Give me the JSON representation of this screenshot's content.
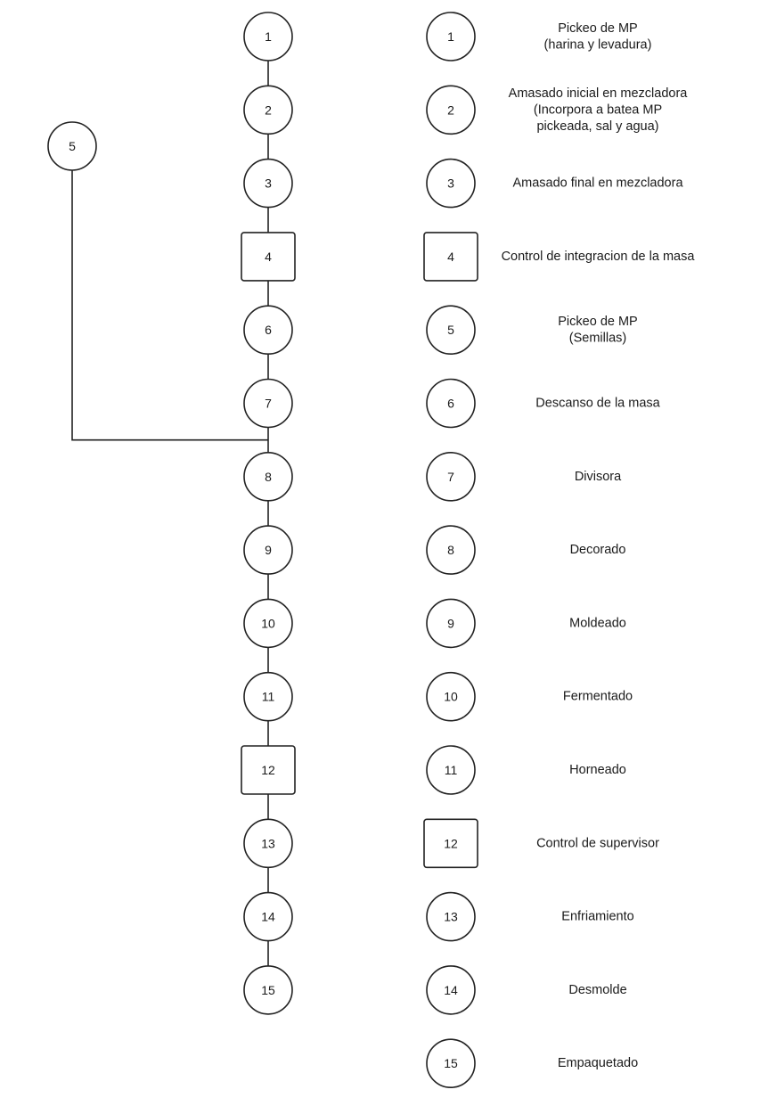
{
  "flow": {
    "main_nodes": [
      {
        "id": "1",
        "shape": "circle"
      },
      {
        "id": "2",
        "shape": "circle"
      },
      {
        "id": "3",
        "shape": "circle"
      },
      {
        "id": "4",
        "shape": "square"
      },
      {
        "id": "6",
        "shape": "circle"
      },
      {
        "id": "7",
        "shape": "circle"
      },
      {
        "id": "8",
        "shape": "circle"
      },
      {
        "id": "9",
        "shape": "circle"
      },
      {
        "id": "10",
        "shape": "circle"
      },
      {
        "id": "11",
        "shape": "circle"
      },
      {
        "id": "12",
        "shape": "square"
      },
      {
        "id": "13",
        "shape": "circle"
      },
      {
        "id": "14",
        "shape": "circle"
      },
      {
        "id": "15",
        "shape": "circle"
      }
    ],
    "side_node": {
      "id": "5",
      "shape": "circle",
      "joins_between": [
        "7",
        "8"
      ]
    }
  },
  "legend": [
    {
      "id": "1",
      "shape": "circle",
      "lines": [
        "Pickeo de MP",
        "(harina y levadura)"
      ]
    },
    {
      "id": "2",
      "shape": "circle",
      "lines": [
        "Amasado inicial en mezcladora",
        "(Incorpora a batea MP",
        "pickeada, sal y agua)"
      ]
    },
    {
      "id": "3",
      "shape": "circle",
      "lines": [
        "Amasado final en mezcladora"
      ]
    },
    {
      "id": "4",
      "shape": "square",
      "lines": [
        "Control de integracion de la masa"
      ]
    },
    {
      "id": "5",
      "shape": "circle",
      "lines": [
        "Pickeo de MP",
        "(Semillas)"
      ]
    },
    {
      "id": "6",
      "shape": "circle",
      "lines": [
        "Descanso de la masa"
      ]
    },
    {
      "id": "7",
      "shape": "circle",
      "lines": [
        "Divisora"
      ]
    },
    {
      "id": "8",
      "shape": "circle",
      "lines": [
        "Decorado"
      ]
    },
    {
      "id": "9",
      "shape": "circle",
      "lines": [
        "Moldeado"
      ]
    },
    {
      "id": "10",
      "shape": "circle",
      "lines": [
        "Fermentado"
      ]
    },
    {
      "id": "11",
      "shape": "circle",
      "lines": [
        "Horneado"
      ]
    },
    {
      "id": "12",
      "shape": "square",
      "lines": [
        "Control de supervisor"
      ]
    },
    {
      "id": "13",
      "shape": "circle",
      "lines": [
        "Enfriamiento"
      ]
    },
    {
      "id": "14",
      "shape": "circle",
      "lines": [
        "Desmolde"
      ]
    },
    {
      "id": "15",
      "shape": "circle",
      "lines": [
        "Empaquetado"
      ]
    }
  ]
}
